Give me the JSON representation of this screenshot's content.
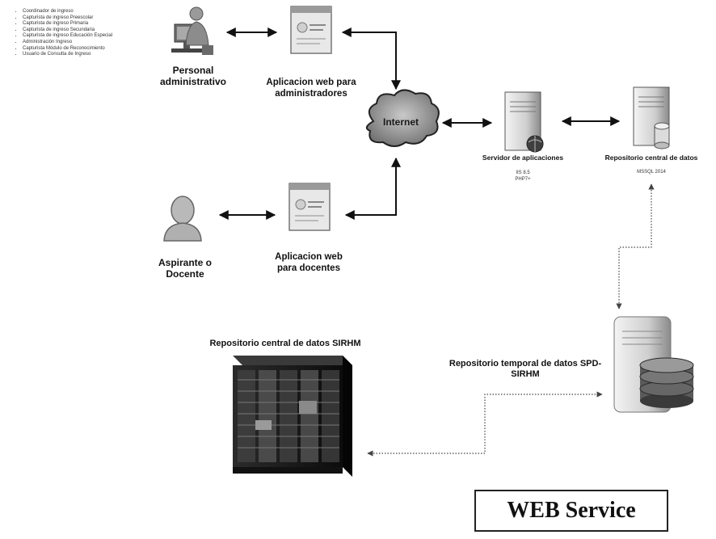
{
  "roles": [
    "Coordinador de ingreso",
    "Capturista de ingreso Preescolar",
    "Capturista de ingreso Primaria",
    "Capturista de ingreso Secundaria",
    "Capturista de ingreso Educación Especial",
    "Administración Ingreso",
    "Capturista Módulo de Reconocimiento",
    "Usuario de Consulta de Ingreso"
  ],
  "nodes": {
    "admin_user": "Personal administrativo",
    "admin_app": "Aplicacion web para administradores",
    "internet": "Internet",
    "app_server": "Servidor de aplicaciones",
    "app_server_specs": [
      "IIS 8.5",
      "PHP7+"
    ],
    "central_repo": "Repositorio central de datos",
    "central_repo_specs": "MSSQL 2014",
    "teacher_user": "Aspirante o Docente",
    "teacher_app": "Aplicacion web para docentes",
    "sirhm_repo": "Repositorio central de datos SIRHM",
    "temp_repo": "Repositorio temporal de datos SPD- SIRHM"
  },
  "web_service_label": "WEB Service"
}
